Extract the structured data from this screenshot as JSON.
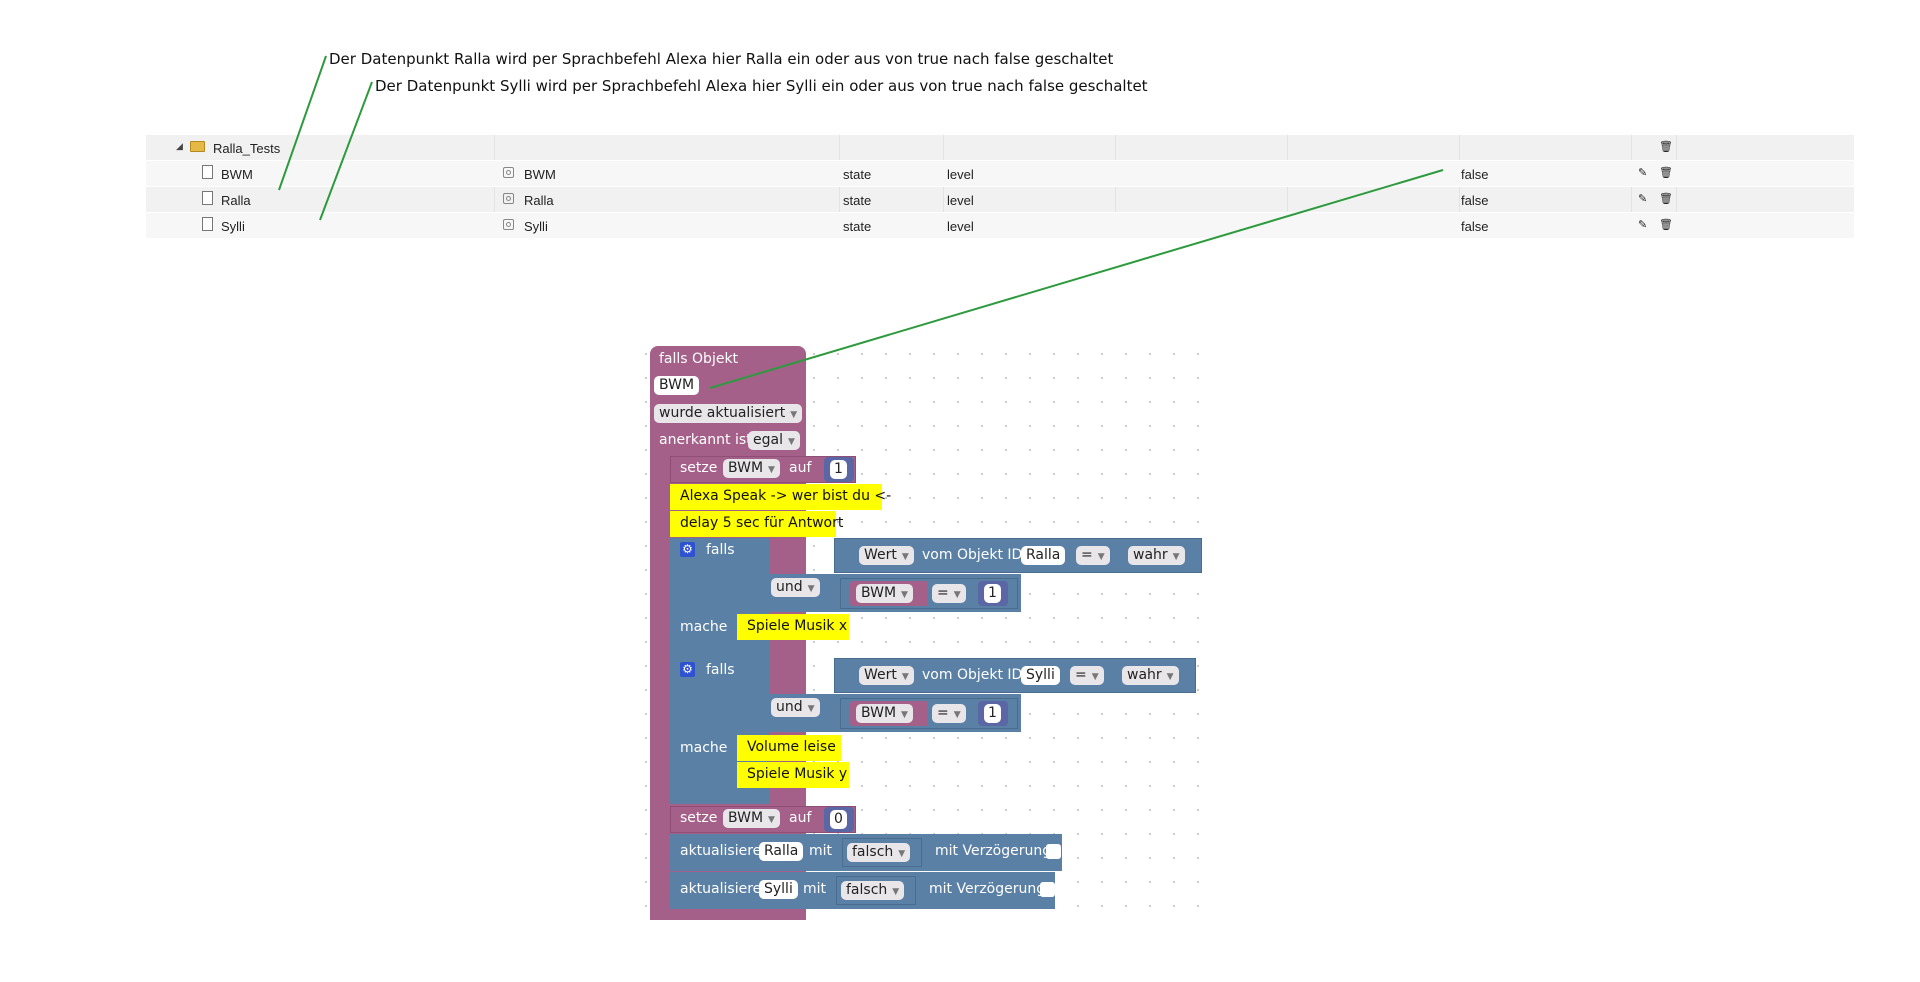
{
  "notes": {
    "ralla": "Der Datenpunkt Ralla wird per Sprachbefehl Alexa hier Ralla ein oder aus von true nach false geschaltet",
    "sylli": "Der Datenpunkt Sylli wird per Sprachbefehl Alexa hier Sylli ein oder aus von true nach false geschaltet"
  },
  "object_tree": {
    "folder": {
      "name": "Ralla_Tests",
      "delete_icon": "trash-icon"
    },
    "rows": [
      {
        "id": "BWM",
        "name": "BWM",
        "type": "state",
        "role": "level",
        "value": "false",
        "edit_icon": "pencil-icon",
        "delete_icon": "trash-icon"
      },
      {
        "id": "Ralla",
        "name": "Ralla",
        "type": "state",
        "role": "level",
        "value": "false",
        "edit_icon": "pencil-icon",
        "delete_icon": "trash-icon"
      },
      {
        "id": "Sylli",
        "name": "Sylli",
        "type": "state",
        "role": "level",
        "value": "false",
        "edit_icon": "pencil-icon",
        "delete_icon": "trash-icon"
      }
    ]
  },
  "blockly": {
    "trigger": {
      "title": "falls Objekt",
      "object": "BWM",
      "event": "wurde aktualisiert",
      "ack_label": "anerkannt ist",
      "ack_value": "egal"
    },
    "set1": {
      "setze": "setze",
      "var": "BWM",
      "auf": "auf",
      "value": "1"
    },
    "comment1": "Alexa Speak -> wer bist du <-",
    "comment2": "delay 5 sec für Antwort",
    "if1": {
      "falls": "falls",
      "wert": "Wert",
      "vom": "vom Objekt ID",
      "obj": "Ralla",
      "op": "=",
      "val": "wahr",
      "und": "und",
      "var": "BWM",
      "op2": "=",
      "num": "1",
      "mache": "mache",
      "actions": [
        "Spiele Musik x"
      ]
    },
    "if2": {
      "falls": "falls",
      "wert": "Wert",
      "vom": "vom Objekt ID",
      "obj": "Sylli",
      "op": "=",
      "val": "wahr",
      "und": "und",
      "var": "BWM",
      "op2": "=",
      "num": "1",
      "mache": "mache",
      "actions": [
        "Volume leise",
        "Spiele Musik y"
      ]
    },
    "set2": {
      "setze": "setze",
      "var": "BWM",
      "auf": "auf",
      "value": "0"
    },
    "upd1": {
      "label": "aktualisiere",
      "obj": "Ralla",
      "mit": "mit",
      "val": "falsch",
      "delay": "mit Verzögerung"
    },
    "upd2": {
      "label": "aktualisiere",
      "obj": "Sylli",
      "mit": "mit",
      "val": "falsch",
      "delay": "mit Verzögerung"
    }
  },
  "colors": {
    "event_block": "#a5608a",
    "logic_block": "#5b80a5",
    "comment_block": "#ffff00",
    "number_block": "#5b67a5",
    "annotation_line": "#2e9a3e"
  }
}
